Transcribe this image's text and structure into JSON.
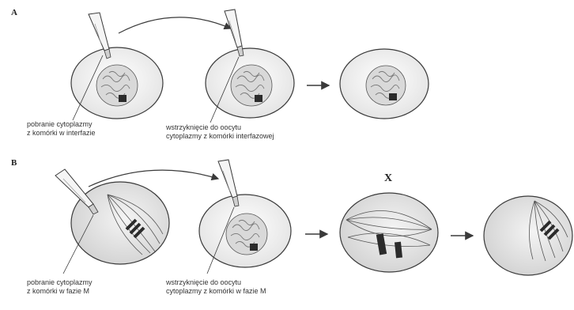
{
  "panels": {
    "a": {
      "letter": "A",
      "label_1_line1": "pobranie cytoplazmy",
      "label_1_line2": "z komórki w interfazie",
      "label_2_line1": "wstrzyknięcie do oocytu",
      "label_2_line2": "cytoplazmy z komórki interfazowej"
    },
    "b": {
      "letter": "B",
      "label_1_line1": "pobranie cytoplazmy",
      "label_1_line2": "z komórki w fazie M",
      "label_2_line1": "wstrzyknięcie do oocytu",
      "label_2_line2": "cytoplazmy z komórki w fazie M",
      "stage_mark": "X"
    }
  },
  "colors": {
    "stroke": "#3a3a3a",
    "cell_fill": "#efefef",
    "nucleus_fill": "#d6d6d6",
    "chromosome": "#2b2b2b"
  }
}
